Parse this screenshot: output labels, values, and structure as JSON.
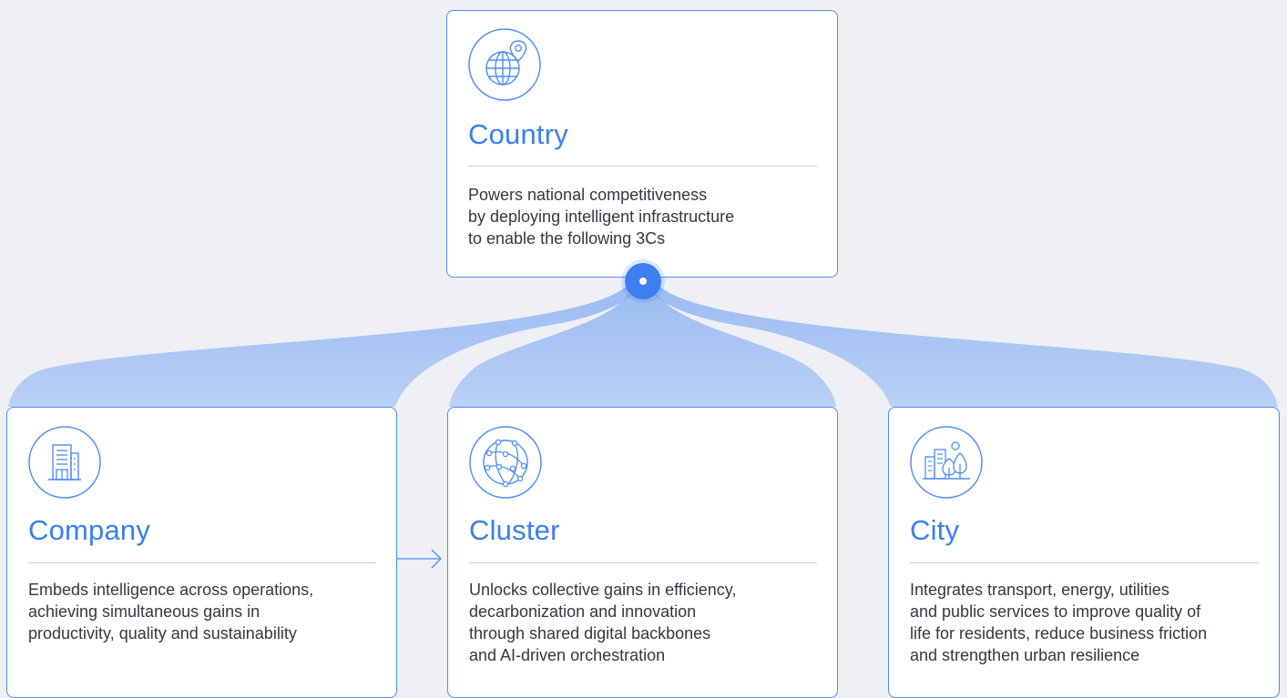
{
  "colors": {
    "accent": "#3a7ef2",
    "card_border": "#4f8df7",
    "connector_fill": "#a9c6f6",
    "background": "#eef0f4"
  },
  "top_card": {
    "icon": "globe-location-pin-icon",
    "title": "Country",
    "description": "Powers national competitiveness\nby deploying intelligent infrastructure\nto enable the following 3Cs"
  },
  "cards": [
    {
      "icon": "office-building-icon",
      "title": "Company",
      "description": "Embeds intelligence across operations,\nachieving simultaneous gains in\nproductivity, quality and sustainability"
    },
    {
      "icon": "network-globe-icon",
      "title": "Cluster",
      "description": "Unlocks collective gains in efficiency,\ndecarbonization and innovation\nthrough shared digital backbones\nand AI-driven orchestration"
    },
    {
      "icon": "city-trees-icon",
      "title": "City",
      "description": "Integrates transport, energy, utilities\nand public services to improve quality of\nlife for residents, reduce business friction\nand strengthen urban resilience"
    }
  ]
}
